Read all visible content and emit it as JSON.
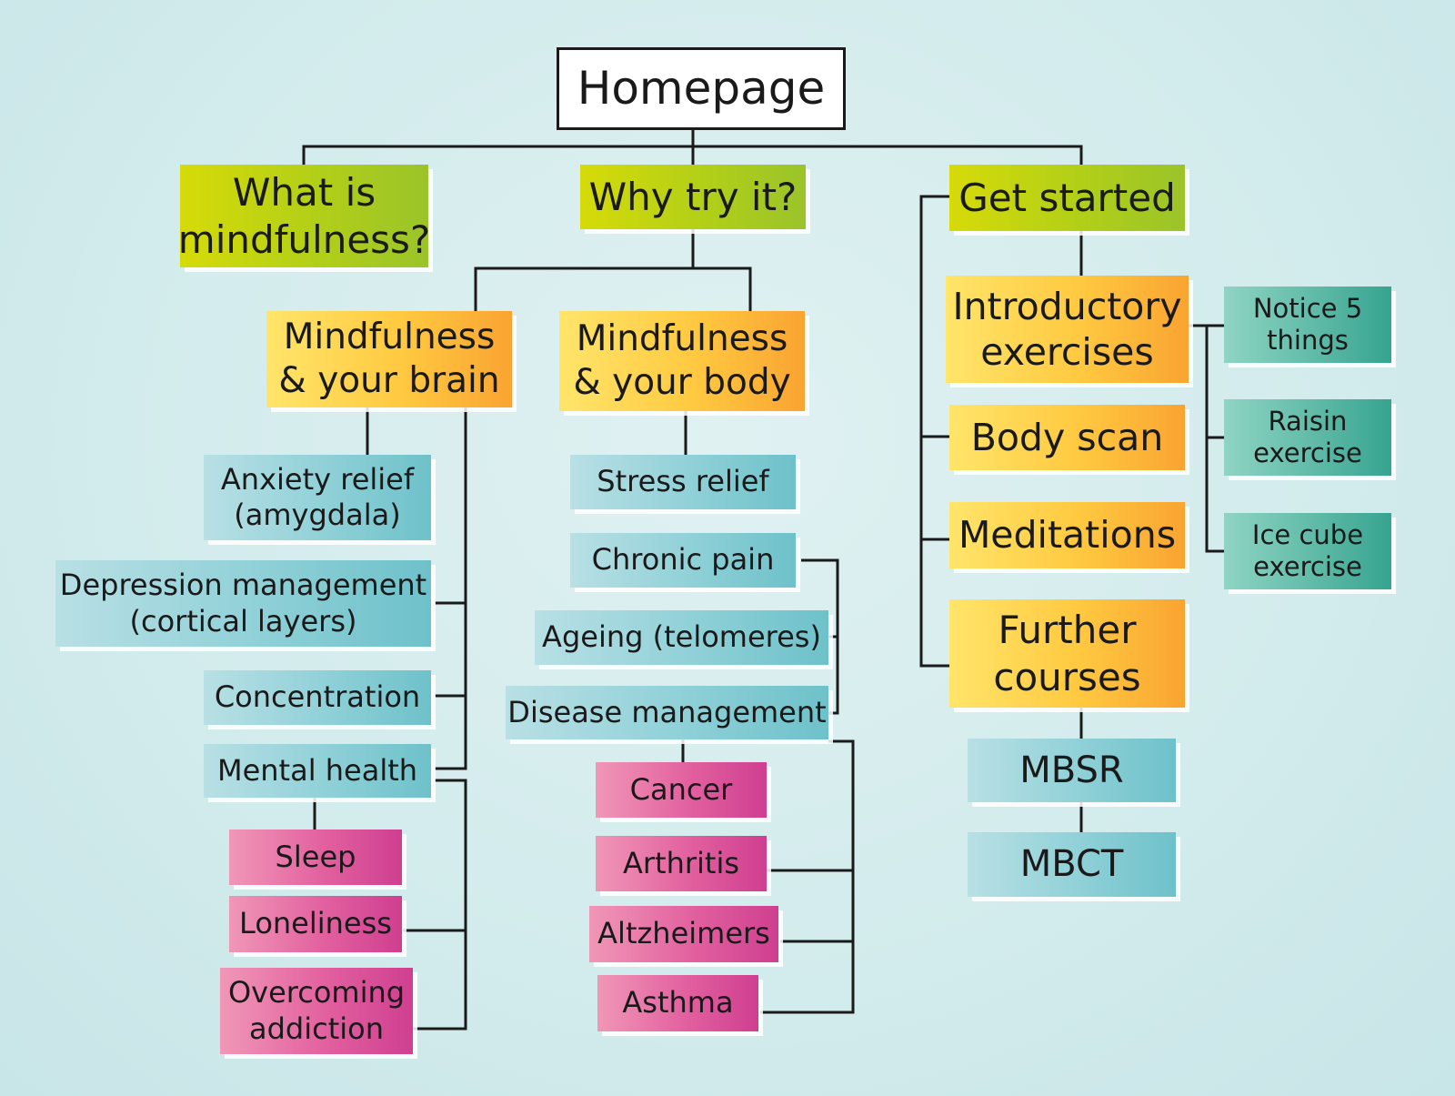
{
  "root": "Homepage",
  "sections": {
    "what": "What is mindfulness?",
    "why": "Why try it?",
    "start": "Get started"
  },
  "why": {
    "brain": "Mindfulness & your brain",
    "body": "Mindfulness & your body",
    "brain_items": {
      "anxiety": "Anxiety relief (amygdala)",
      "depression": "Depression management (cortical layers)",
      "concentration": "Concentration",
      "mental_health": "Mental health"
    },
    "mental_health_items": {
      "sleep": "Sleep",
      "loneliness": "Loneliness",
      "addiction": "Overcoming addiction"
    },
    "body_items": {
      "stress": "Stress relief",
      "pain": "Chronic pain",
      "ageing": "Ageing (telomeres)",
      "disease": "Disease management"
    },
    "disease_items": {
      "cancer": "Cancer",
      "arthritis": "Arthritis",
      "alzheimers": "Altzheimers",
      "asthma": "Asthma"
    }
  },
  "start": {
    "intro": "Introductory exercises",
    "body_scan": "Body scan",
    "meditations": "Meditations",
    "courses": "Further courses",
    "exercises": {
      "notice": "Notice 5 things",
      "raisin": "Raisin exercise",
      "ice": "Ice cube exercise"
    },
    "course_items": {
      "mbsr": "MBSR",
      "mbct": "MBCT"
    }
  }
}
